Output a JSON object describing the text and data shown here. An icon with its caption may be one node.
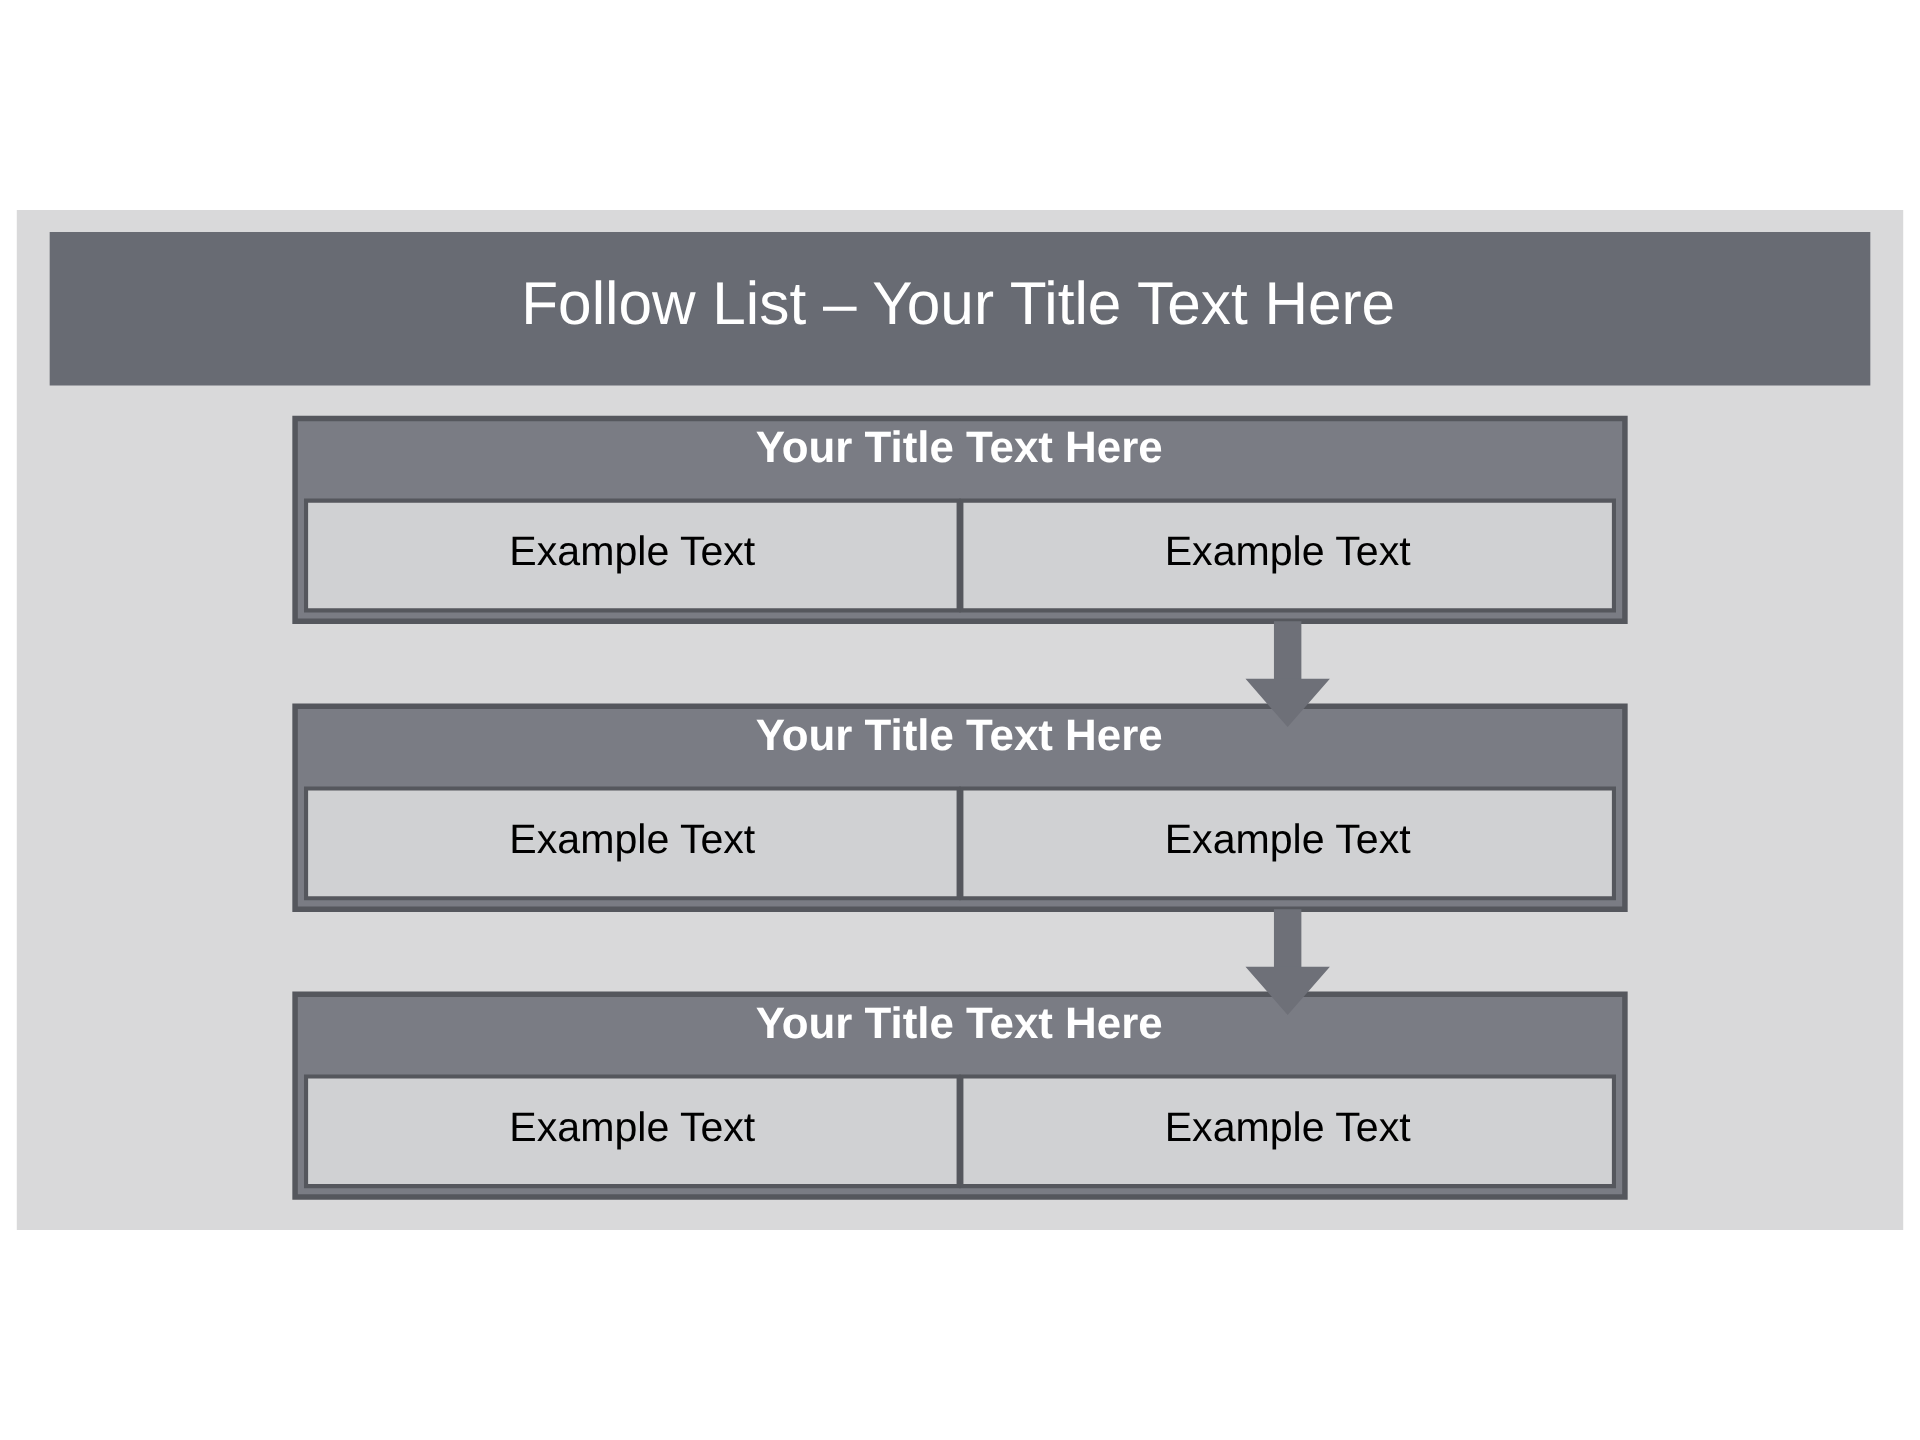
{
  "diagram": {
    "title": "Follow List – Your Title Text Here",
    "nodes": [
      {
        "text": [
          "Your Title Text Here"
        ]
      },
      {
        "text": [
          "Example Text"
        ],
        "in": 0
      },
      {
        "text": [
          "Example Text"
        ],
        "in": 0
      },
      {
        "text": [
          "Your Title Text Here"
        ]
      },
      {
        "text": [
          "Example Text"
        ],
        "in": 3
      },
      {
        "text": [
          "Example Text"
        ],
        "in": 3
      },
      {
        "text": [
          "Your Title Text Here"
        ]
      },
      {
        "text": [
          "Example Text"
        ],
        "in": 6
      },
      {
        "text": [
          "Example Text"
        ],
        "in": 6
      }
    ],
    "edges": [
      {
        "from": 0,
        "to": 3,
        "arrow": "to"
      },
      {
        "from": 3,
        "to": 6,
        "arrow": "to"
      }
    ]
  }
}
